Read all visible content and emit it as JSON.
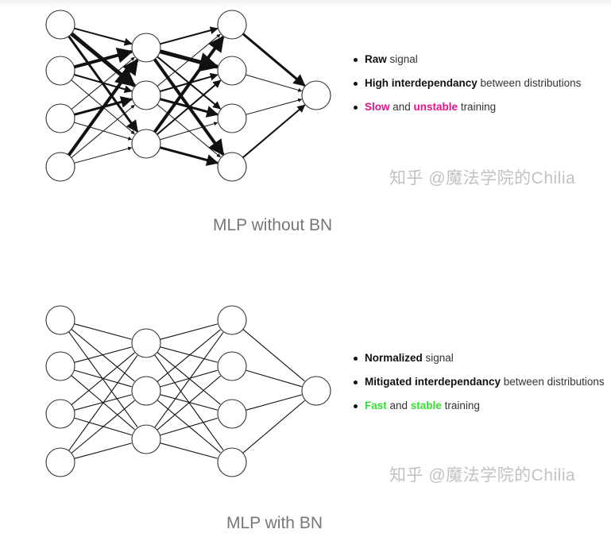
{
  "top": {
    "bullets": [
      {
        "parts": [
          {
            "text": "Raw",
            "style": "bold"
          },
          {
            "text": " signal",
            "style": "plain"
          }
        ]
      },
      {
        "parts": [
          {
            "text": "High interdependancy",
            "style": "bold"
          },
          {
            "text": " between distributions",
            "style": "plain"
          }
        ]
      },
      {
        "parts": [
          {
            "text": "Slow",
            "style": "pink"
          },
          {
            "text": " and ",
            "style": "plain"
          },
          {
            "text": "unstable",
            "style": "pink"
          },
          {
            "text": " training",
            "style": "plain"
          }
        ]
      }
    ],
    "watermark": "知乎 @魔法学院的Chilia",
    "caption": "MLP without BN"
  },
  "bottom": {
    "bullets": [
      {
        "parts": [
          {
            "text": "Normalized",
            "style": "bold"
          },
          {
            "text": " signal",
            "style": "plain"
          }
        ]
      },
      {
        "parts": [
          {
            "text": "Mitigated interdependancy",
            "style": "bold"
          },
          {
            "text": " between distributions",
            "style": "plain"
          }
        ]
      },
      {
        "parts": [
          {
            "text": "Fast",
            "style": "green"
          },
          {
            "text": " and ",
            "style": "plain"
          },
          {
            "text": "stable",
            "style": "green"
          },
          {
            "text": " training",
            "style": "plain"
          }
        ]
      }
    ],
    "watermark": "知乎 @魔法学院的Chilia",
    "caption": "MLP with BN"
  },
  "network": {
    "layers": [
      4,
      3,
      4,
      1
    ],
    "top_edge_weights": [
      [
        [
          2,
          5,
          3
        ],
        [
          4,
          2,
          1
        ],
        [
          1,
          3,
          1
        ],
        [
          4,
          1,
          1
        ]
      ],
      [
        [
          2,
          5,
          2,
          4
        ],
        [
          1,
          2,
          3,
          1
        ],
        [
          4,
          2,
          1,
          3
        ]
      ],
      [
        [
          3
        ],
        [
          1
        ],
        [
          1
        ],
        [
          2
        ]
      ]
    ],
    "top_arrowheads": true,
    "bottom_uniform": true
  },
  "colors": {
    "pink": "#e0168a",
    "green": "#33e033",
    "line": "#111111"
  }
}
